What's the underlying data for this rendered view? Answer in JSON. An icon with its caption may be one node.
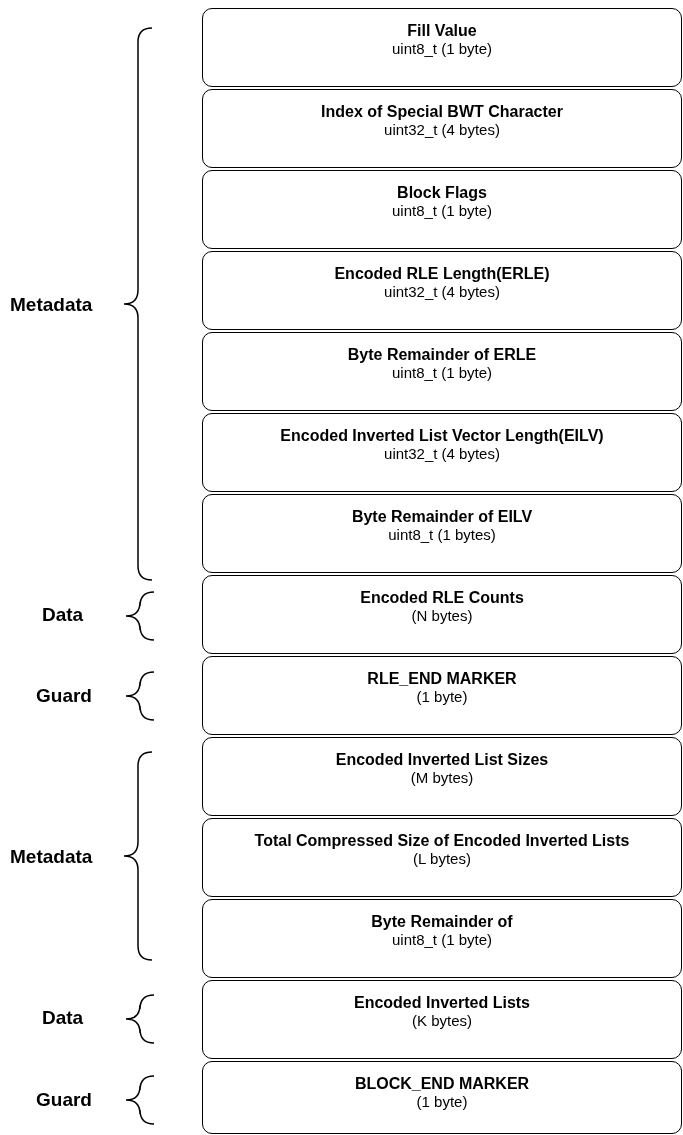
{
  "diagram": {
    "nodes": [
      {
        "text": [
          "Fill Value",
          "uint8_t (1 byte)"
        ]
      },
      {
        "text": [
          "Index of Special BWT Character",
          "uint32_t (4 bytes)"
        ]
      },
      {
        "text": [
          "Block Flags",
          "uint8_t (1 byte)"
        ]
      },
      {
        "text": [
          "Encoded RLE Length(ERLE)",
          "uint32_t (4 bytes)"
        ]
      },
      {
        "text": [
          "Byte Remainder of ERLE",
          "uint8_t (1 byte)"
        ]
      },
      {
        "text": [
          "Encoded Inverted List Vector Length(EILV)",
          "uint32_t (4 bytes)"
        ]
      },
      {
        "text": [
          "Byte Remainder of EILV",
          "uint8_t (1 bytes)"
        ]
      },
      {
        "text": [
          "Encoded RLE Counts",
          "(N bytes)"
        ]
      },
      {
        "text": [
          "RLE_END MARKER",
          "(1 byte)"
        ]
      },
      {
        "text": [
          "Encoded Inverted List Sizes",
          "(M bytes)"
        ]
      },
      {
        "text": [
          "Total Compressed Size of Encoded Inverted Lists",
          "(L bytes)"
        ]
      },
      {
        "text": [
          "Byte Remainder of",
          "uint8_t (1 byte)"
        ]
      },
      {
        "text": [
          "Encoded Inverted Lists",
          "(K bytes)"
        ]
      },
      {
        "text": [
          "BLOCK_END MARKER",
          "(1 byte)"
        ]
      }
    ],
    "edges": [],
    "labels": [
      "Metadata",
      "Data",
      "Guard",
      "Metadata",
      "Data",
      "Guard"
    ]
  }
}
